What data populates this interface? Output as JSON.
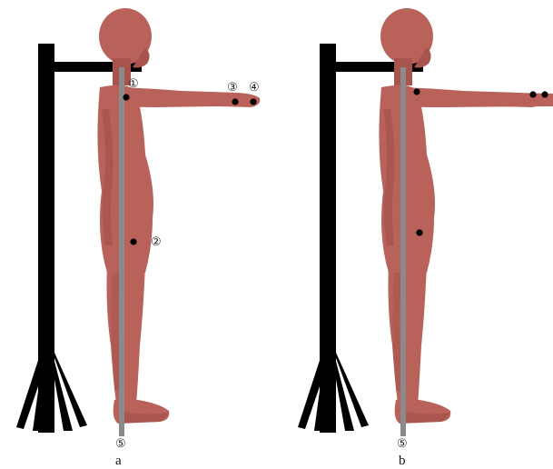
{
  "panels": [
    {
      "caption": "a",
      "markers": {
        "shoulder": "①",
        "thigh": "②",
        "wrist": "③",
        "hand": "④",
        "floor": "⑤"
      }
    },
    {
      "caption": "b",
      "markers": {
        "floor": "⑤"
      }
    }
  ],
  "colors": {
    "skin": "#b8625a",
    "skin_dark": "#9b4a44",
    "frame": "#000000",
    "plumb_line": "#8a8a8a",
    "dot": "#000000"
  },
  "icons": {
    "stand": "tripod-stand-icon",
    "figure": "human-figure-side-view"
  }
}
